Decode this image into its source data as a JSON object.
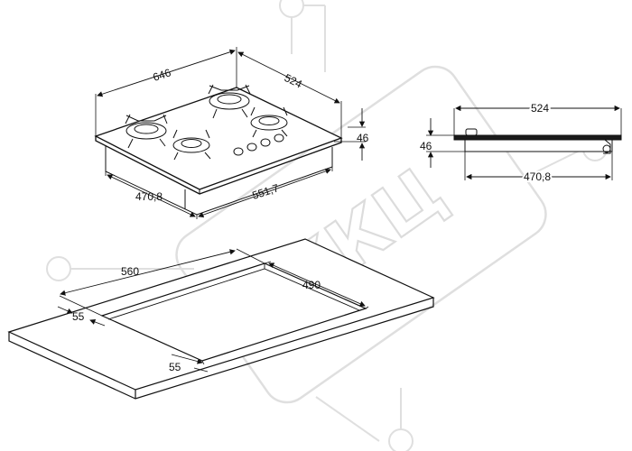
{
  "watermark": {
    "text": "ККЦ",
    "color": "#d6d6d6"
  },
  "colors": {
    "line": "#111111",
    "glass": "#1a1a1a"
  },
  "views": {
    "perspective": {
      "width_label": "646",
      "depth_label": "524",
      "height_label": "46",
      "cutout_depth_label": "470,8",
      "cutout_width_label": "551,7"
    },
    "side": {
      "width_label": "524",
      "height_label": "46",
      "cutout_label": "470,8"
    },
    "countertop": {
      "cut_width_label": "560",
      "cut_depth_label": "490",
      "margin_side_label": "55",
      "margin_front_label": "55"
    }
  }
}
